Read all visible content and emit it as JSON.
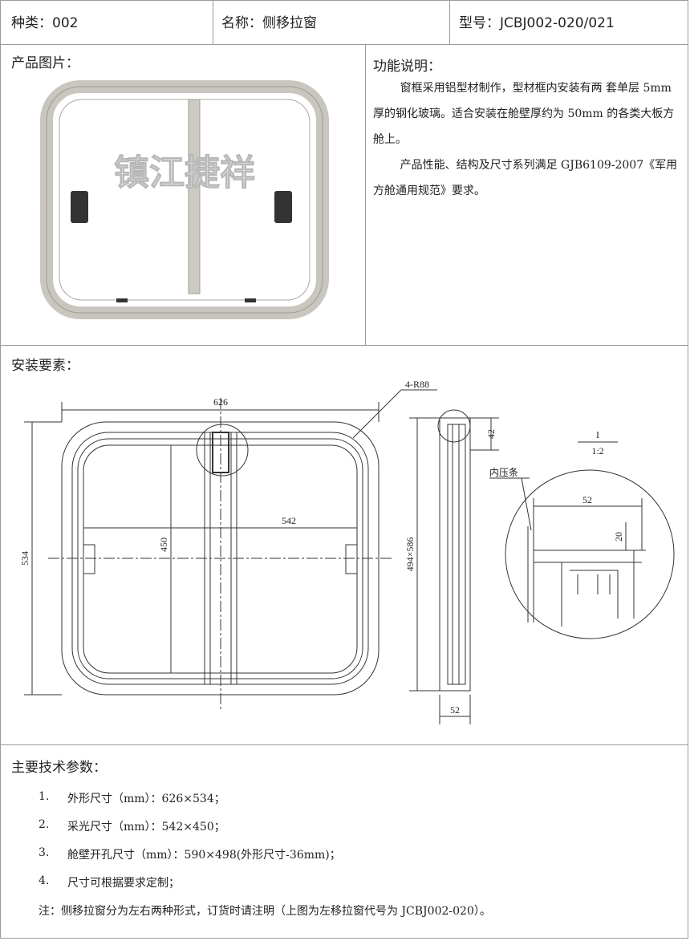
{
  "header": {
    "category": "种类：002",
    "name": "名称：侧移拉窗",
    "model": "型号：JCBJ002-020/021"
  },
  "product": {
    "title": "产品图片：",
    "watermark": "镇江捷祥"
  },
  "function": {
    "title": "功能说明：",
    "paragraphs": [
      "窗框采用铝型材制作，型材框内安装有两  套单层 5mm 厚的钢化玻璃。适合安装在舱壁厚约为 50mm 的各类大板方舱上。",
      "产品性能、结构及尺寸系列满足 GJB6109-2007《军用方舱通用规范》要求。"
    ]
  },
  "install": {
    "title": "安装要素：",
    "dims": {
      "width": "626",
      "light_width": "542",
      "light_height": "450",
      "height": "534",
      "radius": "4-R88",
      "depth_top": "42",
      "cutout": "494×586",
      "depth": "52",
      "section": "I",
      "scale": "1:2",
      "strip": "内压条",
      "detail_width": "52",
      "detail_height": "20"
    }
  },
  "params": {
    "title": "主要技术参数：",
    "items": [
      {
        "num": "1.",
        "text": "外形尺寸（mm）：626×534；"
      },
      {
        "num": "2.",
        "text": "采光尺寸（mm）：542×450；"
      },
      {
        "num": "3.",
        "text": "舱壁开孔尺寸（mm）：590×498(外形尺寸-36mm)；"
      },
      {
        "num": "4.",
        "text": "尺寸可根据要求定制；"
      }
    ],
    "note": "注：侧移拉窗分为左右两种形式，订货时请注明（上图为左移拉窗代号为 JCBJ002-020）。"
  }
}
